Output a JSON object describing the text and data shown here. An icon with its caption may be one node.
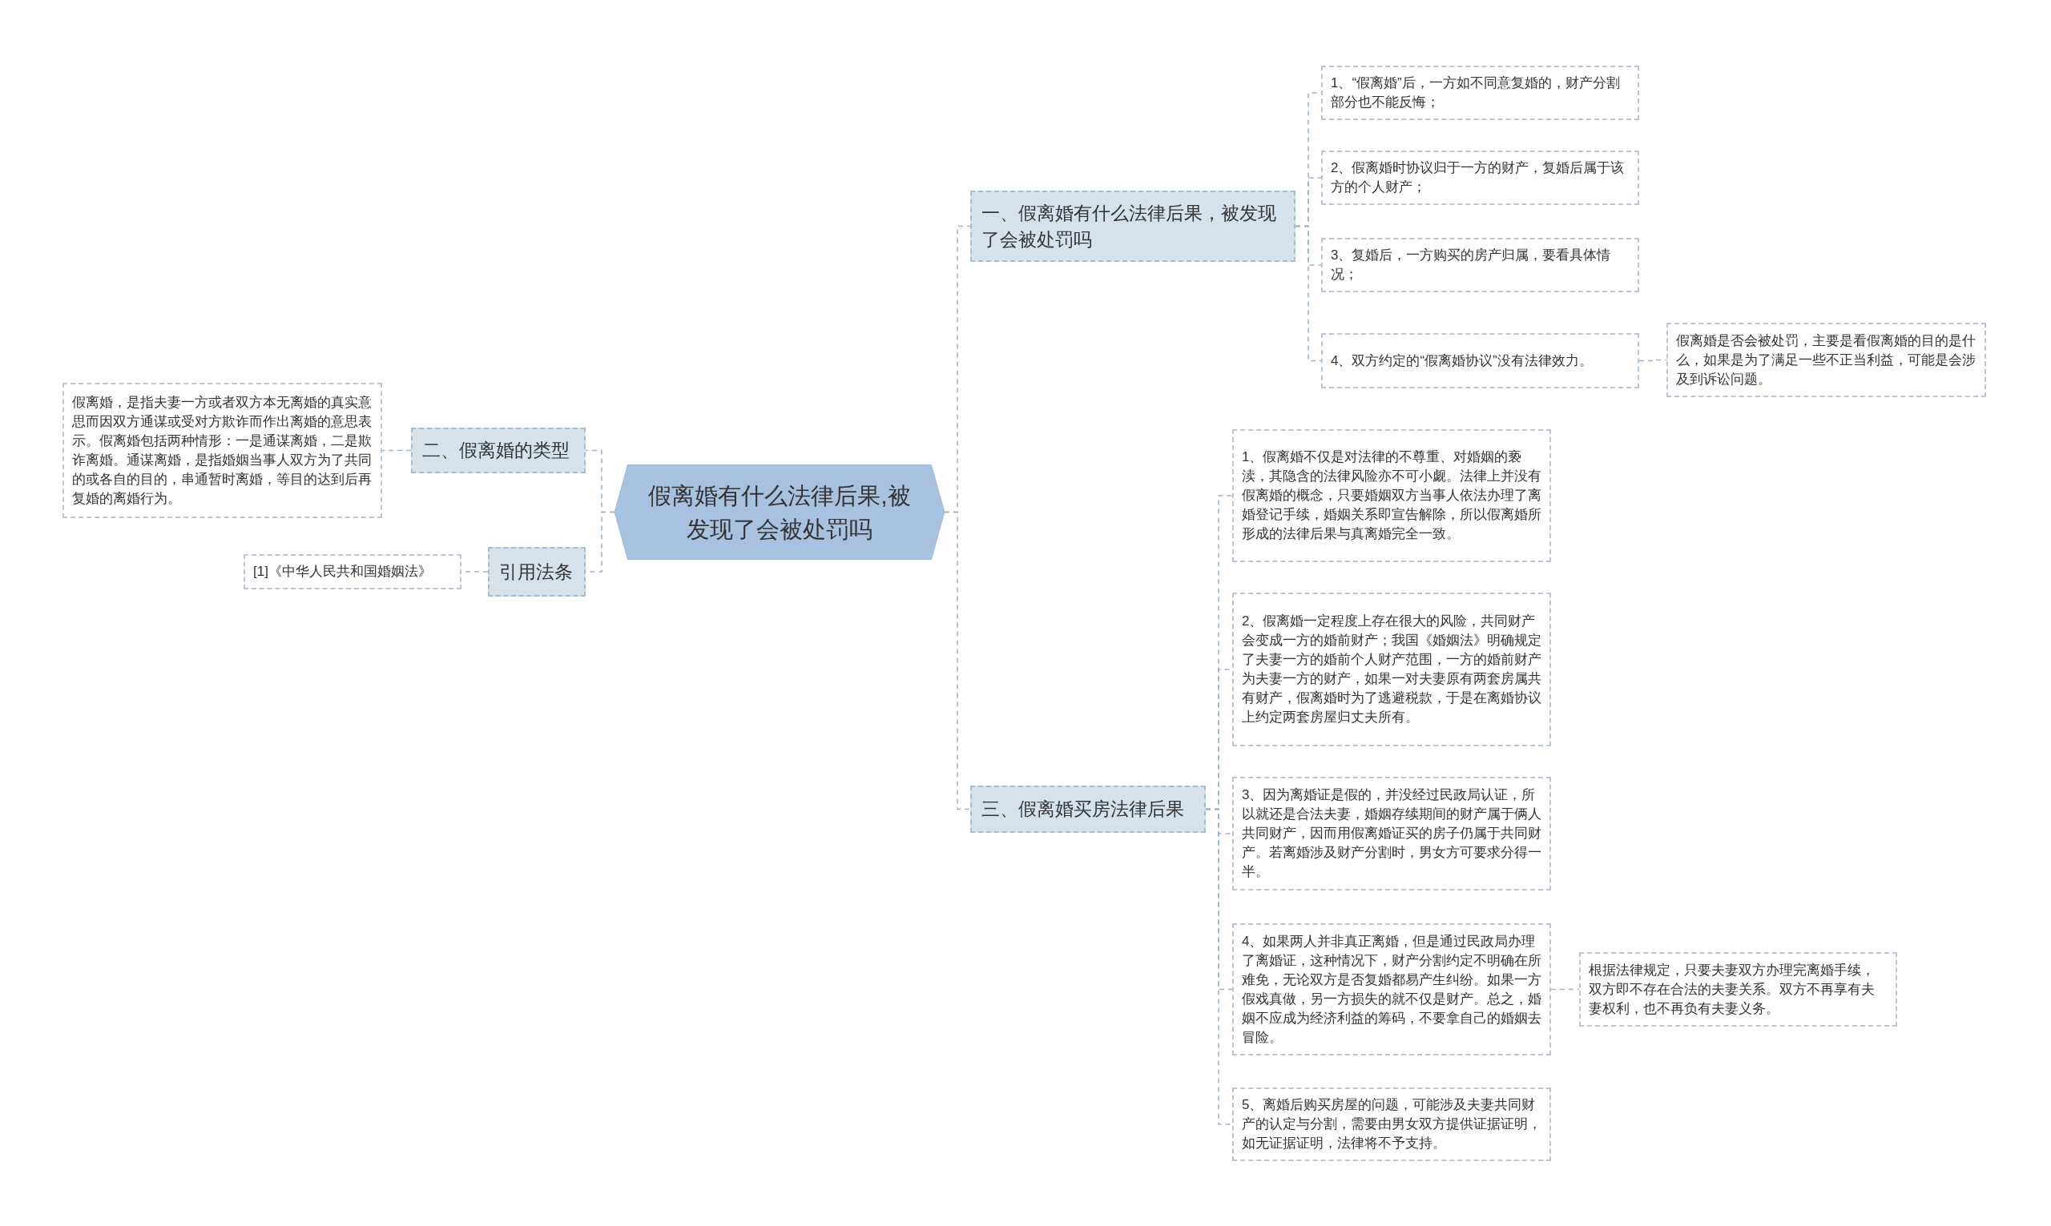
{
  "diagram": {
    "nodes": [
      {
        "text": [
          "假离婚有什么法律后果,被发现了会被处罚吗"
        ]
      },
      {
        "text": [
          "一、假离婚有什么法律后果，被发现了会被处罚吗"
        ]
      },
      {
        "text": [
          "1、“假离婚”后，一方如不同意复婚的，财产分割部分也不能反悔；"
        ]
      },
      {
        "text": [
          "2、假离婚时协议归于一方的财产，复婚后属于该方的个人财产；"
        ]
      },
      {
        "text": [
          "3、复婚后，一方购买的房产归属，要看具体情况；"
        ]
      },
      {
        "text": [
          "4、双方约定的“假离婚协议”没有法律效力。"
        ]
      },
      {
        "text": [
          "假离婚是否会被处罚，主要是看假离婚的目的是什么，如果是为了满足一些不正当利益，可能是会涉及到诉讼问题。"
        ]
      },
      {
        "text": [
          "二、假离婚的类型"
        ]
      },
      {
        "text": [
          "假离婚，是指夫妻一方或者双方本无离婚的真实意思而因双方通谋或受对方欺诈而作出离婚的意思表示。假离婚包括两种情形：一是通谋离婚，二是欺诈离婚。通谋离婚，是指婚姻当事人双方为了共同的或各自的目的，串通暂时离婚，等目的达到后再复婚的离婚行为。"
        ]
      },
      {
        "text": [
          "引用法条"
        ]
      },
      {
        "text": [
          "[1]《中华人民共和国婚姻法》"
        ]
      },
      {
        "text": [
          "三、假离婚买房法律后果"
        ]
      },
      {
        "text": [
          "1、假离婚不仅是对法律的不尊重、对婚姻的亵渎，其隐含的法律风险亦不可小觑。法律上并没有假离婚的概念，只要婚姻双方当事人依法办理了离婚登记手续，婚姻关系即宣告解除，所以假离婚所形成的法律后果与真离婚完全一致。"
        ]
      },
      {
        "text": [
          "2、假离婚一定程度上存在很大的风险，共同财产会变成一方的婚前财产；我国《婚姻法》明确规定了夫妻一方的婚前个人财产范围，一方的婚前财产为夫妻一方的财产，如果一对夫妻原有两套房属共有财产，假离婚时为了逃避税款，于是在离婚协议上约定两套房屋归丈夫所有。"
        ]
      },
      {
        "text": [
          "3、因为离婚证是假的，并没经过民政局认证，所以就还是合法夫妻，婚姻存续期间的财产属于俩人共同财产，因而用假离婚证买的房子仍属于共同财产。若离婚涉及财产分割时，男女方可要求分得一半。"
        ]
      },
      {
        "text": [
          "4、如果两人并非真正离婚，但是通过民政局办理了离婚证，这种情况下，财产分割约定不明确在所难免，无论双方是否复婚都易产生纠纷。如果一方假戏真做，另一方损失的就不仅是财产。总之，婚姻不应成为经济利益的筹码，不要拿自己的婚姻去冒险。"
        ]
      },
      {
        "text": [
          "5、离婚后购买房屋的问题，可能涉及夫妻共同财产的认定与分割，需要由男女双方提供证据证明，如无证据证明，法律将不予支持。"
        ]
      },
      {
        "text": [
          "根据法律规定，只要夫妻双方办理完离婚手续，双方即不存在合法的夫妻关系。双方不再享有夫妻权利，也不再负有夫妻义务。"
        ]
      }
    ],
    "edges": [
      {
        "from": 0,
        "to": 1,
        "arrow": "none",
        "style": "dashed"
      },
      {
        "from": 1,
        "to": 2,
        "arrow": "none",
        "style": "dashed"
      },
      {
        "from": 1,
        "to": 3,
        "arrow": "none",
        "style": "dashed"
      },
      {
        "from": 1,
        "to": 4,
        "arrow": "none",
        "style": "dashed"
      },
      {
        "from": 1,
        "to": 5,
        "arrow": "none",
        "style": "dashed"
      },
      {
        "from": 5,
        "to": 6,
        "arrow": "none",
        "style": "dashed"
      },
      {
        "from": 0,
        "to": 7,
        "arrow": "none",
        "style": "dashed"
      },
      {
        "from": 7,
        "to": 8,
        "arrow": "none",
        "style": "dashed"
      },
      {
        "from": 0,
        "to": 9,
        "arrow": "none",
        "style": "dashed"
      },
      {
        "from": 9,
        "to": 10,
        "arrow": "none",
        "style": "dashed"
      },
      {
        "from": 0,
        "to": 11,
        "arrow": "none",
        "style": "dashed"
      },
      {
        "from": 11,
        "to": 12,
        "arrow": "none",
        "style": "dashed"
      },
      {
        "from": 11,
        "to": 13,
        "arrow": "none",
        "style": "dashed"
      },
      {
        "from": 11,
        "to": 14,
        "arrow": "none",
        "style": "dashed"
      },
      {
        "from": 11,
        "to": 15,
        "arrow": "none",
        "style": "dashed"
      },
      {
        "from": 11,
        "to": 16,
        "arrow": "none",
        "style": "dashed"
      },
      {
        "from": 15,
        "to": 17,
        "arrow": "none",
        "style": "dashed"
      }
    ]
  }
}
